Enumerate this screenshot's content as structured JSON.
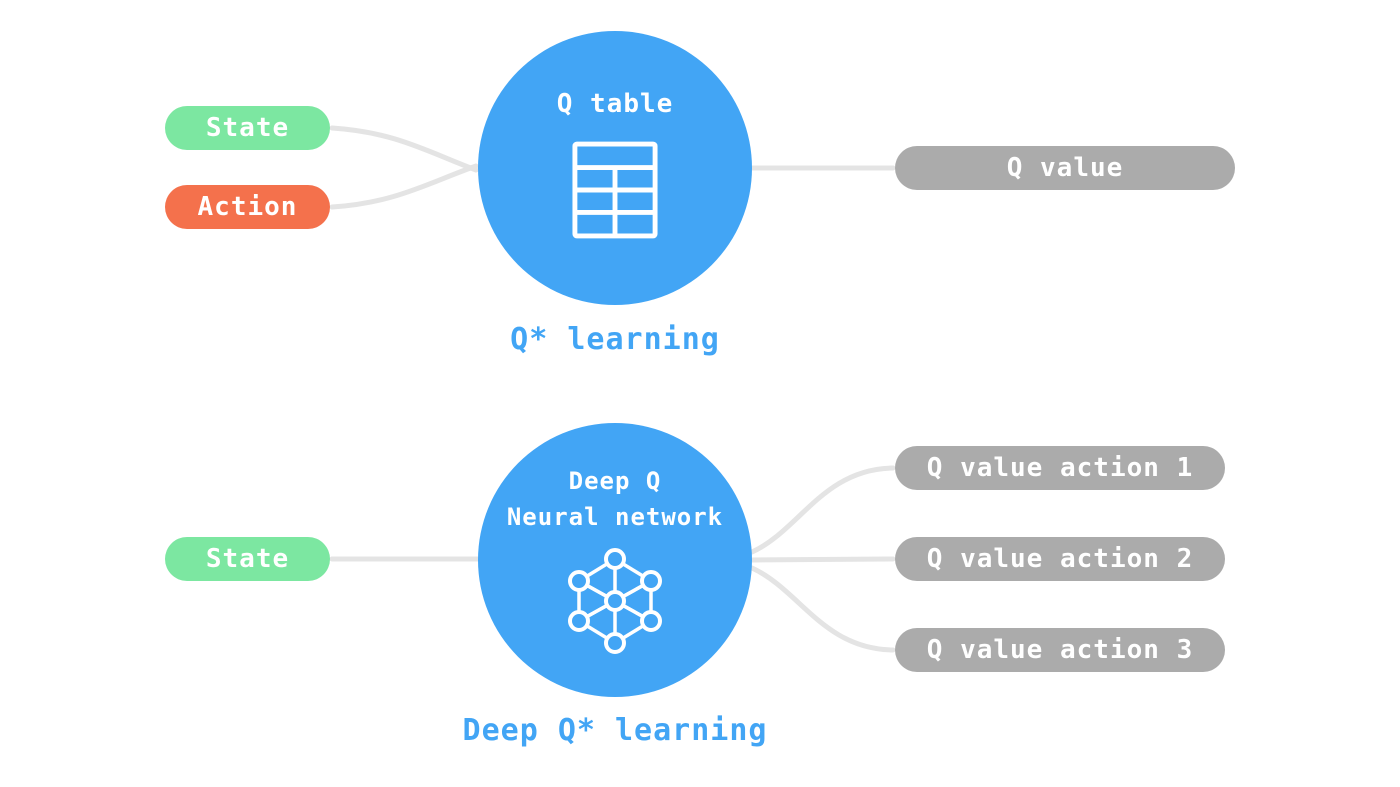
{
  "colors": {
    "blue": "#42A5F5",
    "green": "#7CE7A1",
    "orange": "#F4714C",
    "gray": "#ABABAB",
    "line": "#E4E4E4",
    "bg": "#FFFFFF"
  },
  "top": {
    "inputs": [
      {
        "label": "State"
      },
      {
        "label": "Action"
      }
    ],
    "node": {
      "title": "Q table",
      "icon": "q-table-icon"
    },
    "outputs": [
      {
        "label": "Q value"
      }
    ],
    "caption": "Q* learning"
  },
  "bottom": {
    "inputs": [
      {
        "label": "State"
      }
    ],
    "node": {
      "title_line1": "Deep Q",
      "title_line2": "Neural network",
      "icon": "neural-network-icon"
    },
    "outputs": [
      {
        "label": "Q value action 1"
      },
      {
        "label": "Q value action 2"
      },
      {
        "label": "Q value action 3"
      }
    ],
    "caption": "Deep Q* learning"
  }
}
